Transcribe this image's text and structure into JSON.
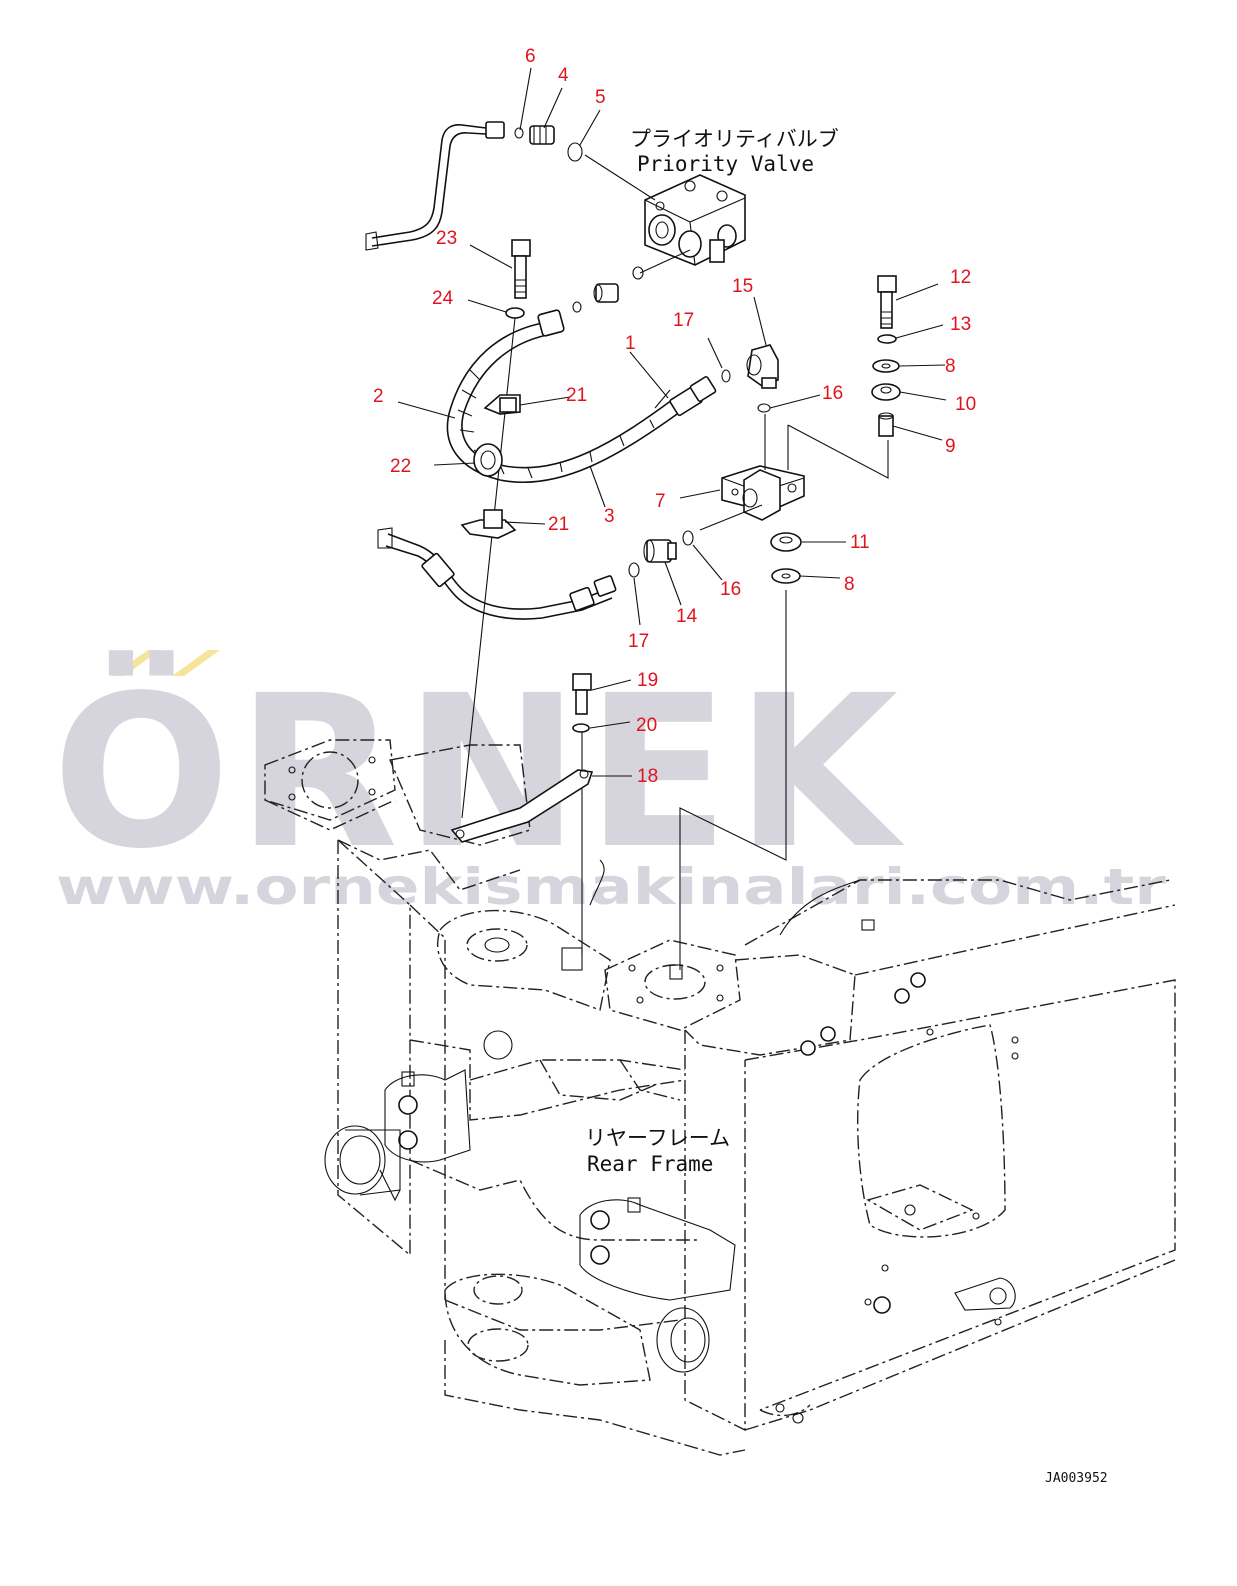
{
  "labels": {
    "callouts": [
      "1",
      "2",
      "3",
      "4",
      "5",
      "6",
      "7",
      "8",
      "8",
      "9",
      "10",
      "11",
      "12",
      "13",
      "14",
      "15",
      "16",
      "16",
      "17",
      "17",
      "18",
      "19",
      "20",
      "21",
      "21",
      "22",
      "23",
      "24"
    ]
  },
  "captions": {
    "priority_valve_jp": "プライオリティバルブ",
    "priority_valve_en": "Priority Valve",
    "rear_frame_jp": "リヤーフレーム",
    "rear_frame_en": "Rear Frame"
  },
  "watermark": {
    "brand": "ÖRNEK",
    "url": "www.ornekismakinalari.com.tr",
    "color": "#d6d4dc",
    "accent": "#f5e49a"
  },
  "drawing_code": "JA003952",
  "colors": {
    "callout": "#e0141e",
    "line": "#111111"
  }
}
